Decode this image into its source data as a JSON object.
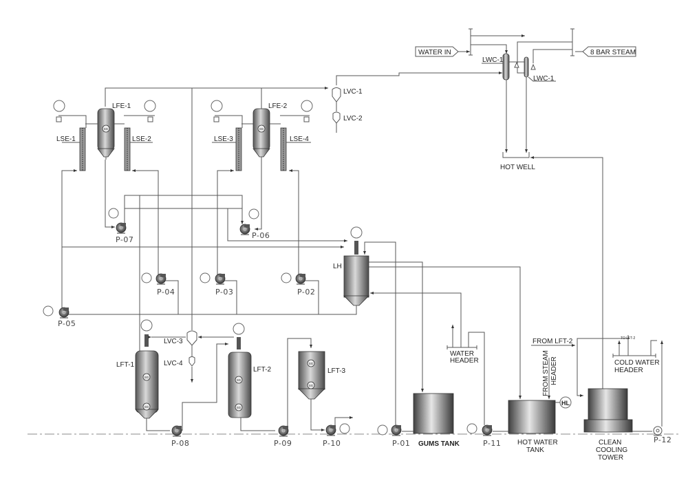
{
  "title": "Process Flow Diagram",
  "colors": {
    "line": "#555555",
    "vessel_dark": "#555555",
    "vessel_light": "#d8d8d8",
    "background": "#ffffff"
  },
  "inlets": {
    "water_in": "WATER IN",
    "steam": "8 BAR STEAM"
  },
  "condensers": {
    "lwc_a": "LWC-1",
    "lwc_b": "LWC-1",
    "hot_well": "HOT WELL"
  },
  "cyclones": {
    "lvc1": "LVC-1",
    "lvc2": "LVC-2",
    "lvc3": "LVC-3",
    "lvc4": "LVC-4"
  },
  "evaporators": {
    "lfe1": "LFE-1",
    "lfe2": "LFE-2"
  },
  "separators": {
    "lse1": "LSE-1",
    "lse2": "LSE-2",
    "lse3": "LSE-3",
    "lse4": "LSE-4"
  },
  "vessels": {
    "lh": "LH",
    "lft1": "LFT-1",
    "lft2": "LFT-2",
    "lft3": "LFT-3",
    "sight_glass": "SG",
    "hl": "HL"
  },
  "pumps": {
    "p01": "P-01",
    "p02": "P-02",
    "p03": "P-03",
    "p04": "P-04",
    "p05": "P-05",
    "p06": "P-06",
    "p07": "P-07",
    "p08": "P-08",
    "p09": "P-09",
    "p10": "P-10",
    "p11": "P-11",
    "p12": "P-12"
  },
  "tanks": {
    "gums": "GUMS TANK",
    "hot_water_1": "HOT WATER",
    "hot_water_2": "TANK",
    "cooling_1": "CLEAN",
    "cooling_2": "COOLING",
    "cooling_3": "TOWER"
  },
  "headers": {
    "water_1": "WATER",
    "water_2": "HEADER",
    "from_lft2": "FROM LFT-2",
    "from_steam_1": "FROM STEAM",
    "from_steam_2": "HEADER",
    "cold_water_1": "COLD WATER",
    "cold_water_2": "HEADER",
    "to_lft2": "TO LFT-2"
  }
}
